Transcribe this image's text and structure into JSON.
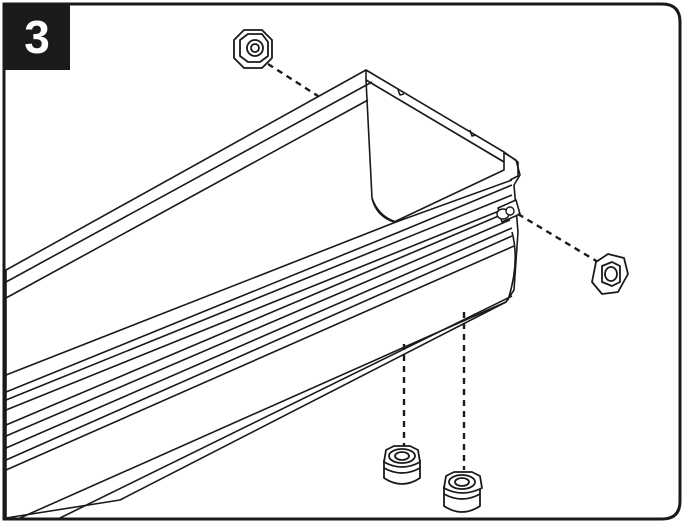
{
  "step": {
    "number": "3"
  },
  "colors": {
    "ink": "#1a1a1a",
    "paper": "#ffffff",
    "dash": "#1a1a1a"
  },
  "parts": {
    "hex_nut_count": 4,
    "flange_nut_count": 3,
    "plain_hex_nut_count": 1
  }
}
